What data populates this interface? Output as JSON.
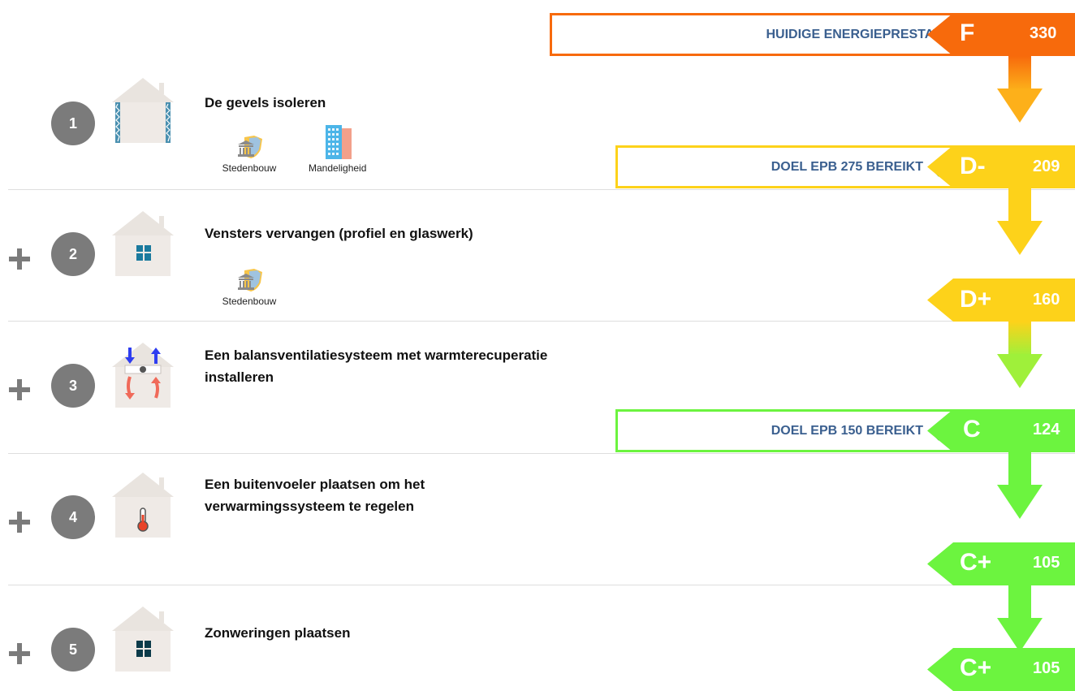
{
  "header": {
    "current_label": "HUIDIGE ENERGIEPRESTATIE"
  },
  "steps": [
    {
      "number": "1",
      "prefix": "",
      "title_line1": "De gevels isoleren",
      "title_line2": "",
      "tags": [
        "Stedenbouw",
        "Mandeligheid"
      ]
    },
    {
      "number": "2",
      "prefix": "+",
      "title_line1": "Vensters vervangen (profiel en glaswerk)",
      "title_line2": "",
      "tags": [
        "Stedenbouw"
      ]
    },
    {
      "number": "3",
      "prefix": "+",
      "title_line1": "Een balansventilatiesysteem met warmterecuperatie",
      "title_line2": "installeren",
      "tags": []
    },
    {
      "number": "4",
      "prefix": "+",
      "title_line1": "Een buitenvoeler plaatsen om het",
      "title_line2": "verwarmingssysteem te regelen",
      "tags": []
    },
    {
      "number": "5",
      "prefix": "+",
      "title_line1": "Zonweringen plaatsen",
      "title_line2": "",
      "tags": []
    }
  ],
  "labels": [
    {
      "letter": "F",
      "value": "330",
      "color": "#f76a0c",
      "box": "HUIDIGE ENERGIEPRESTATIE"
    },
    {
      "letter": "D-",
      "value": "209",
      "color": "#fdd21a",
      "box": "DOEL EPB 275 BEREIKT"
    },
    {
      "letter": "D+",
      "value": "160",
      "color": "#fdd21a",
      "box": ""
    },
    {
      "letter": "C",
      "value": "124",
      "color": "#6cf43f",
      "box": "DOEL EPB 150 BEREIKT"
    },
    {
      "letter": "C+",
      "value": "105",
      "color": "#6cf43f",
      "box": ""
    },
    {
      "letter": "C+",
      "value": "105",
      "color": "#6cf43f",
      "box": ""
    }
  ],
  "colors": {
    "orange": "#f76a0c",
    "yellow": "#fdd21a",
    "green": "#6cf43f",
    "check": "#1f8a1f",
    "goal_text": "#3a5f8f",
    "badge": "#7b7b7b"
  },
  "icons": {
    "house": "house-icon",
    "tag_stedenbouw": "shield-building-icon",
    "tag_mandeligheid": "building-icon",
    "check": "checkmark-icon"
  }
}
